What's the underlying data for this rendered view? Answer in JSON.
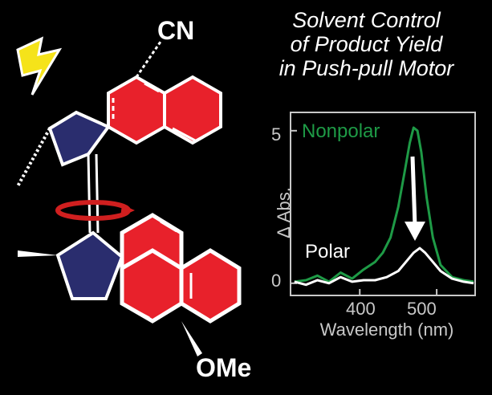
{
  "title": {
    "line1": "Solvent Control",
    "line2": "of Product Yield",
    "line3": "in Push-pull Motor"
  },
  "molecule": {
    "top_substituent": "CN",
    "bottom_substituent": "OMe"
  },
  "colors": {
    "ring_red": "#e8212b",
    "ring_navy": "#2a2d6e",
    "nonpolar_green": "#1e9a46",
    "polar_white": "#ffffff",
    "lightning_yellow": "#f5e31a",
    "rotation_arrow": "#d01f1f"
  },
  "icons": [
    "lightning-icon",
    "rotation-arrow-icon",
    "decrease-arrow-icon"
  ],
  "chart_data": {
    "type": "line",
    "xlabel": "Wavelength (nm)",
    "ylabel": "Δ Abs.",
    "xlim": [
      310,
      550
    ],
    "ylim": [
      -0.4,
      5.6
    ],
    "xticks": [
      400,
      500
    ],
    "yticks": [
      0,
      5
    ],
    "grid": false,
    "series": [
      {
        "name": "Nonpolar",
        "color": "#1e9a46",
        "x": [
          315,
          330,
          345,
          360,
          375,
          390,
          405,
          420,
          430,
          440,
          450,
          458,
          465,
          470,
          475,
          480,
          487,
          495,
          505,
          520,
          535,
          548
        ],
        "y": [
          0.05,
          0.1,
          0.25,
          0.05,
          0.35,
          0.15,
          0.45,
          0.7,
          1.0,
          1.5,
          2.5,
          3.6,
          4.6,
          5.1,
          5.0,
          4.3,
          2.8,
          1.5,
          0.6,
          0.2,
          0.1,
          0.05
        ]
      },
      {
        "name": "Polar",
        "color": "#ffffff",
        "x": [
          315,
          330,
          345,
          360,
          375,
          390,
          405,
          420,
          435,
          450,
          460,
          470,
          478,
          485,
          495,
          505,
          520,
          535,
          548
        ],
        "y": [
          0.05,
          -0.05,
          0.1,
          0.0,
          0.2,
          0.05,
          0.1,
          0.1,
          0.2,
          0.4,
          0.7,
          1.0,
          1.15,
          1.0,
          0.7,
          0.4,
          0.15,
          0.05,
          0.0
        ]
      }
    ]
  }
}
